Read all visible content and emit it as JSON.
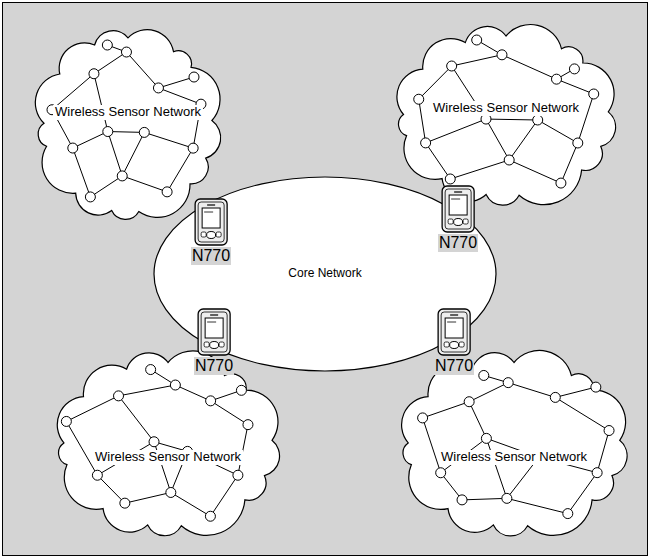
{
  "diagram": {
    "nodes": [
      {
        "text": [
          "Wireless Sensor Network"
        ]
      },
      {
        "text": [
          "Wireless Sensor Network"
        ]
      },
      {
        "text": [
          "N770"
        ]
      },
      {
        "text": [
          "N770"
        ]
      },
      {
        "text": [
          "Core Network"
        ]
      },
      {
        "text": [
          "N770"
        ]
      },
      {
        "text": [
          "N770"
        ]
      },
      {
        "text": [
          "Wireless Sensor Network"
        ]
      },
      {
        "text": [
          "Wireless Sensor Network"
        ]
      }
    ]
  }
}
